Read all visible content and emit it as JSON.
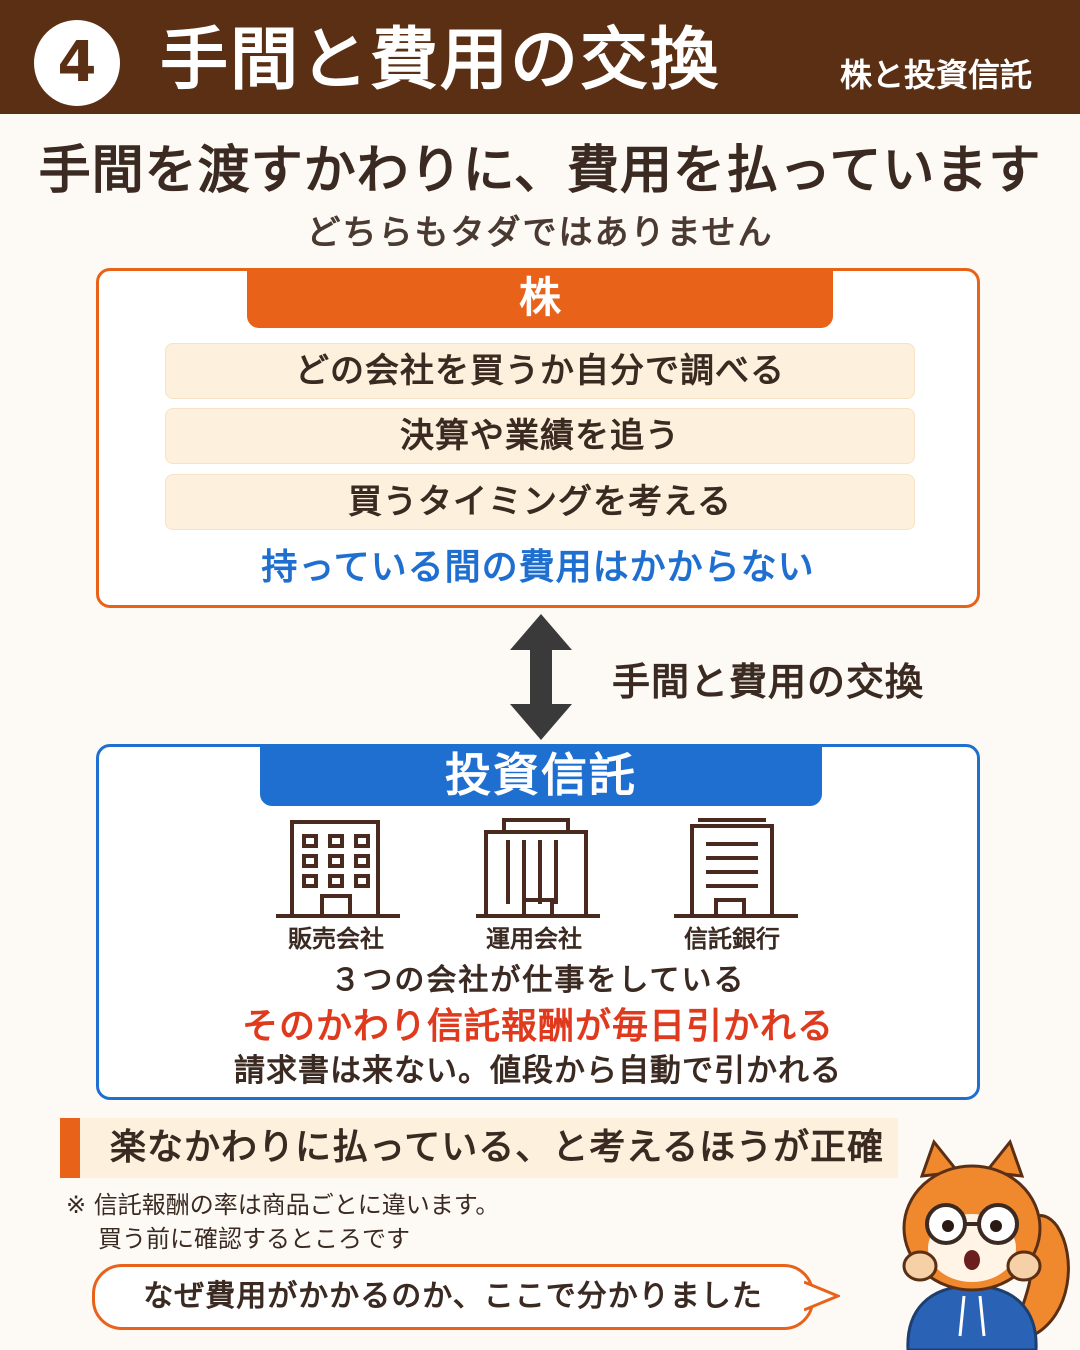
{
  "header": {
    "number": "4",
    "title": "手間と費用の交換",
    "tag": "株と投資信託"
  },
  "headline": "手間を渡すかわりに、費用を払っています",
  "subline": "どちらもタダではありません",
  "stock": {
    "title": "株",
    "tasks": [
      "どの会社を買うか自分で調べる",
      "決算や業績を追う",
      "買うタイミングを考える"
    ],
    "note": "持っている間の費用はかからない"
  },
  "exchange_label": "手間と費用の交換",
  "fund": {
    "title": "投資信託",
    "companies": [
      {
        "label": "販売会社",
        "icon": "office-building-icon"
      },
      {
        "label": "運用会社",
        "icon": "tower-building-icon"
      },
      {
        "label": "信託銀行",
        "icon": "bank-building-icon"
      }
    ],
    "line1": "３つの会社が仕事をしている",
    "line2": "そのかわり信託報酬が毎日引かれる",
    "line3": "請求書は来ない。値段から自動で引かれる"
  },
  "conclusion": "楽なかわりに払っている、と考えるほうが正確",
  "footnote": {
    "line1": "※ 信託報酬の率は商品ごとに違います。",
    "line2": "買う前に確認するところです"
  },
  "bubble": "なぜ費用がかかるのか、ここで分かりました",
  "colors": {
    "brown": "#5a2f14",
    "orange": "#e8621a",
    "blue": "#1f6fd1",
    "red": "#e03a1e",
    "cream": "#fdf0dc"
  },
  "mascot": "squirrel-with-glasses-icon"
}
